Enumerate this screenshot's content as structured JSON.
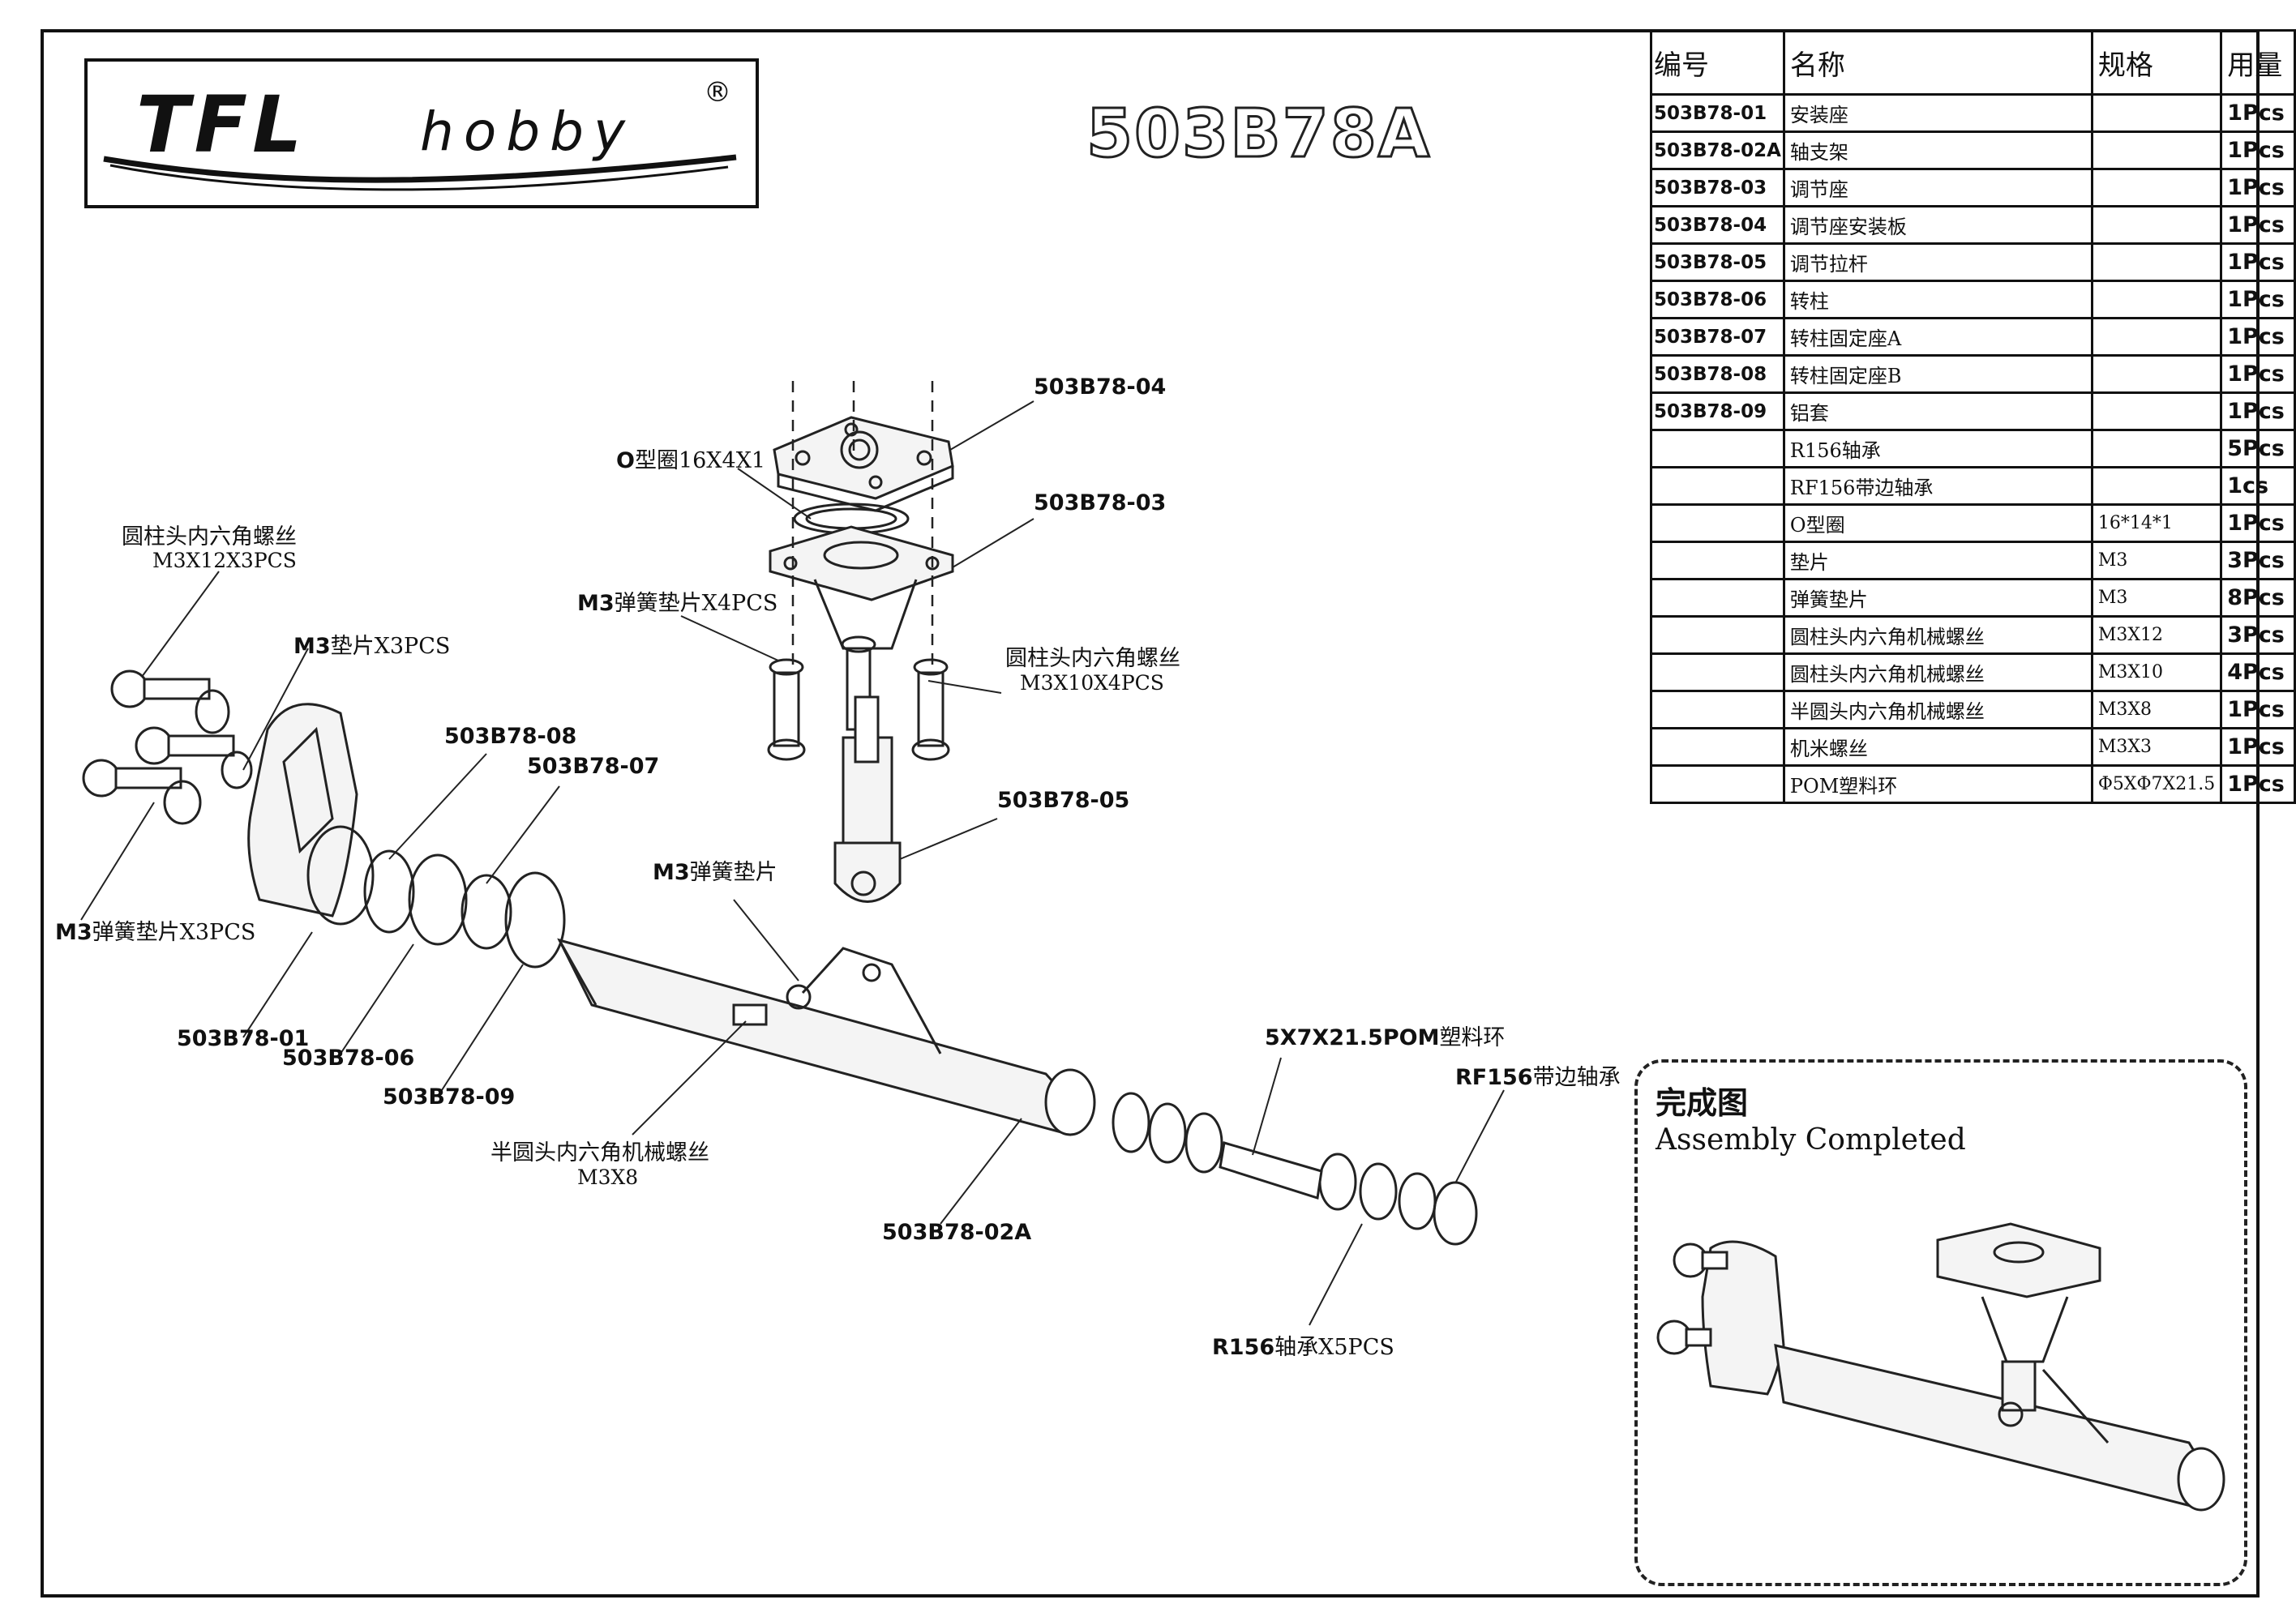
{
  "brand": {
    "logo_main": "TFL",
    "logo_sub": "hobby",
    "registered": "®"
  },
  "model_number": "503B78A",
  "bom": {
    "headers": {
      "code": "编号",
      "name": "名称",
      "spec": "规格",
      "qty": "用量"
    },
    "rows": [
      {
        "code": "503B78-01",
        "name": "安装座",
        "spec": "",
        "qty": "1Pcs"
      },
      {
        "code": "503B78-02A",
        "name": "轴支架",
        "spec": "",
        "qty": "1Pcs"
      },
      {
        "code": "503B78-03",
        "name": "调节座",
        "spec": "",
        "qty": "1Pcs"
      },
      {
        "code": "503B78-04",
        "name": "调节座安装板",
        "spec": "",
        "qty": "1Pcs"
      },
      {
        "code": "503B78-05",
        "name": "调节拉杆",
        "spec": "",
        "qty": "1Pcs"
      },
      {
        "code": "503B78-06",
        "name": "转柱",
        "spec": "",
        "qty": "1Pcs"
      },
      {
        "code": "503B78-07",
        "name": "转柱固定座A",
        "spec": "",
        "qty": "1Pcs"
      },
      {
        "code": "503B78-08",
        "name": "转柱固定座B",
        "spec": "",
        "qty": "1Pcs"
      },
      {
        "code": "503B78-09",
        "name": "铝套",
        "spec": "",
        "qty": "1Pcs"
      },
      {
        "code": "",
        "name": "R156轴承",
        "spec": "",
        "qty": "5Pcs"
      },
      {
        "code": "",
        "name": "RF156带边轴承",
        "spec": "",
        "qty": "1cs"
      },
      {
        "code": "",
        "name": "O型圈",
        "spec": "16*14*1",
        "qty": "1Pcs"
      },
      {
        "code": "",
        "name": "垫片",
        "spec": "M3",
        "qty": "3Pcs"
      },
      {
        "code": "",
        "name": "弹簧垫片",
        "spec": "M3",
        "qty": "8Pcs"
      },
      {
        "code": "",
        "name": "圆柱头内六角机械螺丝",
        "spec": "M3X12",
        "qty": "3Pcs"
      },
      {
        "code": "",
        "name": "圆柱头内六角机械螺丝",
        "spec": "M3X10",
        "qty": "4Pcs"
      },
      {
        "code": "",
        "name": "半圆头内六角机械螺丝",
        "spec": "M3X8",
        "qty": "1Pcs"
      },
      {
        "code": "",
        "name": "机米螺丝",
        "spec": "M3X3",
        "qty": "1Pcs"
      },
      {
        "code": "",
        "name": "POM塑料环",
        "spec": "Φ5XΦ7X21.5",
        "qty": "1Pcs"
      }
    ]
  },
  "labels": {
    "part04": "503B78-04",
    "oring_prefix": "O",
    "oring_rest": "型圈16X4X1",
    "part03": "503B78-03",
    "spring_washer_top_m3": "M3",
    "spring_washer_top_rest": "弹簧垫片X4PCS",
    "screw_m3x10_cn": "圆柱头内六角螺丝",
    "screw_m3x10_spec": "M3X10X4PCS",
    "screw_m3x12_cn": "圆柱头内六角螺丝",
    "screw_m3x12_spec": "M3X12X3PCS",
    "washer_m3": "M3",
    "washer_rest": "垫片X3PCS",
    "part08": "503B78-08",
    "part07": "503B78-07",
    "part05": "503B78-05",
    "spring_washer_mid_m3": "M3",
    "spring_washer_mid_rest": "弹簧垫片",
    "spring_washer_left_m3": "M3",
    "spring_washer_left_rest": "弹簧垫片X3PCS",
    "part01": "503B78-01",
    "part06": "503B78-06",
    "part09": "503B78-09",
    "pom_ring_spec": "5X7X21.5POM",
    "pom_ring_rest": "塑料环",
    "rf156_prefix": "RF156",
    "rf156_rest": "带边轴承",
    "screw_m3x8_cn": "半圆头内六角机械螺丝",
    "screw_m3x8_spec": "M3X8",
    "part02a": "503B78-02A",
    "r156_prefix": "R156",
    "r156_rest": "轴承X5PCS"
  },
  "inset": {
    "title_cn": "完成图",
    "title_en": "Assembly Completed"
  }
}
